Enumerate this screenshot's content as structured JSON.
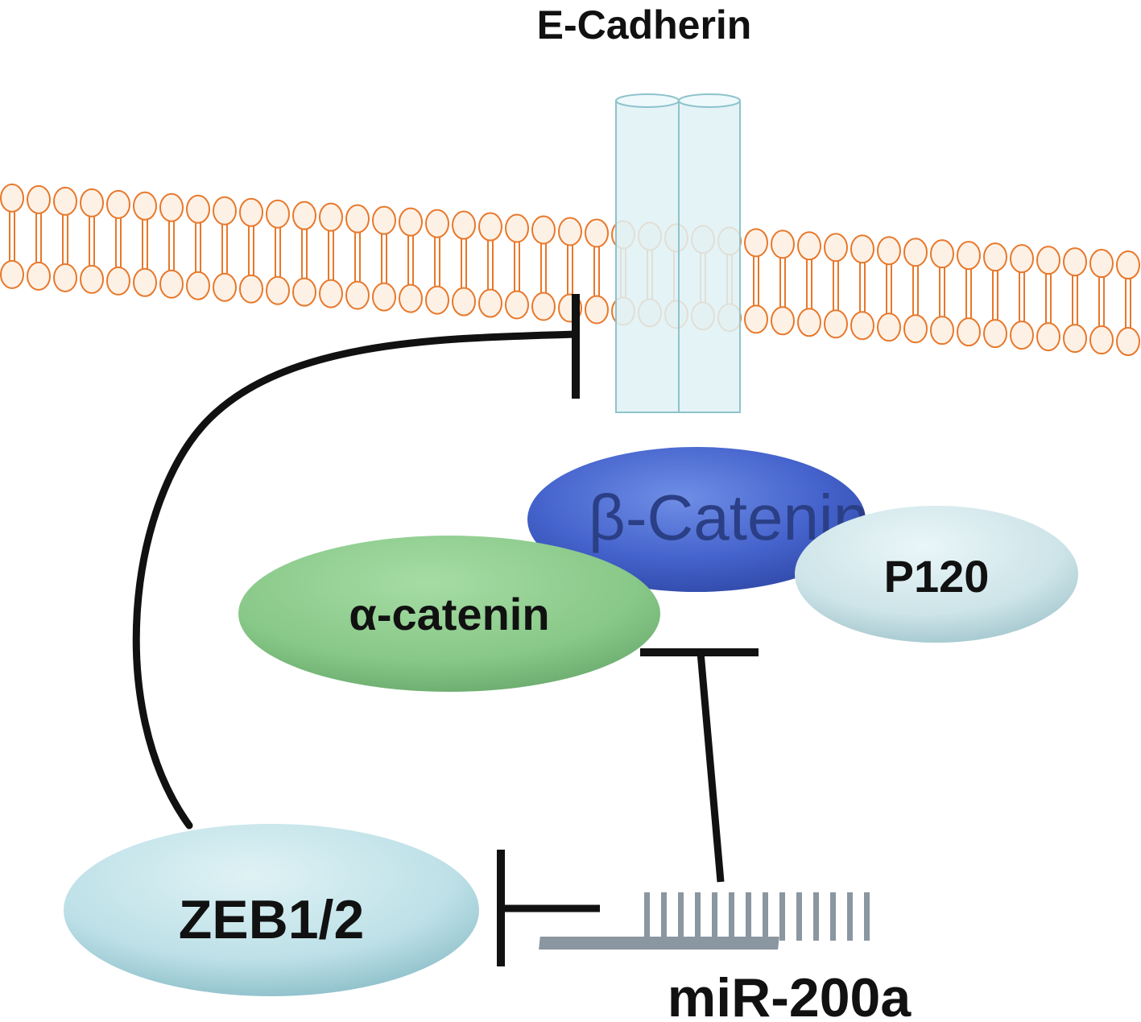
{
  "labels": {
    "e_cadherin": "E-Cadherin",
    "beta_catenin": "β-Catenin",
    "p120": "P120",
    "alpha_catenin": "α-catenin",
    "zeb": "ZEB1/2",
    "mir": "miR-200a"
  },
  "colors": {
    "membrane": "#e8782a",
    "membrane_fill": "#fdf1e6",
    "cadherin_stroke": "#8ec3cc",
    "cadherin_fill": "#dff1f4",
    "beta_catenin": "#4a6ad0",
    "alpha_catenin": "#8ccb8c",
    "p120": "#cfe6ea",
    "zeb": "#bfe2e9",
    "mirna": "#8a96a0",
    "inhibition_line": "#111111"
  },
  "interactions": [
    {
      "from": "ZEB1/2",
      "to": "E-Cadherin",
      "type": "inhibition"
    },
    {
      "from": "miR-200a",
      "to": "α-catenin",
      "type": "inhibition"
    },
    {
      "from": "miR-200a",
      "to": "ZEB1/2",
      "type": "inhibition"
    }
  ]
}
